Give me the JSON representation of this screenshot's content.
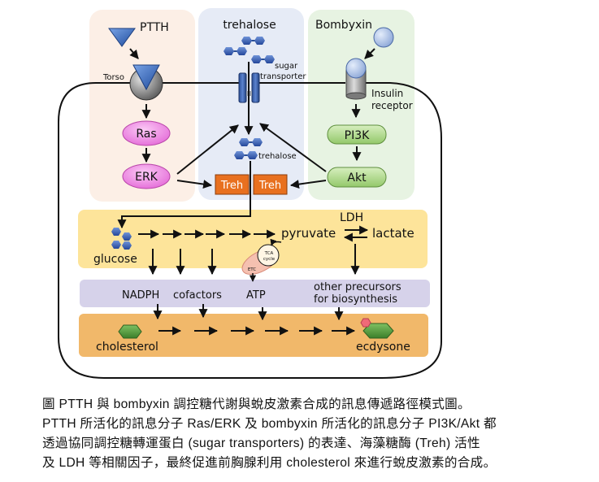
{
  "diagram": {
    "panels": {
      "ptth": {
        "ligand": "PTTH",
        "receptor": "Torso",
        "steps": [
          "Ras",
          "ERK"
        ]
      },
      "trehalose": {
        "title": "trehalose",
        "transporter": "sugar\ntransporter",
        "transporter_lines": [
          "sugar",
          "transporter"
        ],
        "inner": "trehalose",
        "enzymes": [
          "Treh",
          "Treh"
        ]
      },
      "bombyxin": {
        "ligand": "Bombyxin",
        "receptor_lines": [
          "Insulin",
          "receptor"
        ],
        "steps": [
          "PI3K",
          "Akt"
        ]
      }
    },
    "metabolism": {
      "glucose": "glucose",
      "pyruvate": "pyruvate",
      "ldh": "LDH",
      "lactate": "lactate",
      "tca_lines": [
        "TCA",
        "cycle"
      ],
      "etc": "ETC"
    },
    "precursors": {
      "nadph": "NADPH",
      "cofactors": "cofactors",
      "atp": "ATP",
      "other_lines": [
        "other precursors",
        "for biosynthesis"
      ]
    },
    "steroid": {
      "cholesterol": "cholesterol",
      "ecdysone": "ecdysone"
    },
    "colors": {
      "ptth_panel": "#fcefe6",
      "trehalose_panel": "#e6ebf6",
      "bombyxin_panel": "#e7f3e2",
      "metabolism_band": "#fde49a",
      "precursor_band": "#d6d2ea",
      "steroid_band": "#f1b86a",
      "ras_erk": "#ee88e4",
      "pi3k_akt": "#b4dc8f",
      "treh": "#e8701f",
      "hexagon_blue": "#3c64b4",
      "cholesterol_green": "#4e9a3a",
      "ecdysone_red": "#f06a78"
    }
  },
  "caption": {
    "lines": [
      "圖 PTTH 與 bombyxin 調控糖代謝與蛻皮激素合成的訊息傳遞路徑模式圖。",
      "PTTH 所活化的訊息分子 Ras/ERK 及 bombyxin 所活化的訊息分子 PI3K/Akt 都",
      "透過協同調控糖轉運蛋白 (sugar transporters) 的表達、海藻糖酶 (Treh) 活性",
      "及 LDH 等相關因子，最終促進前胸腺利用 cholesterol 來進行蛻皮激素的合成。"
    ]
  }
}
